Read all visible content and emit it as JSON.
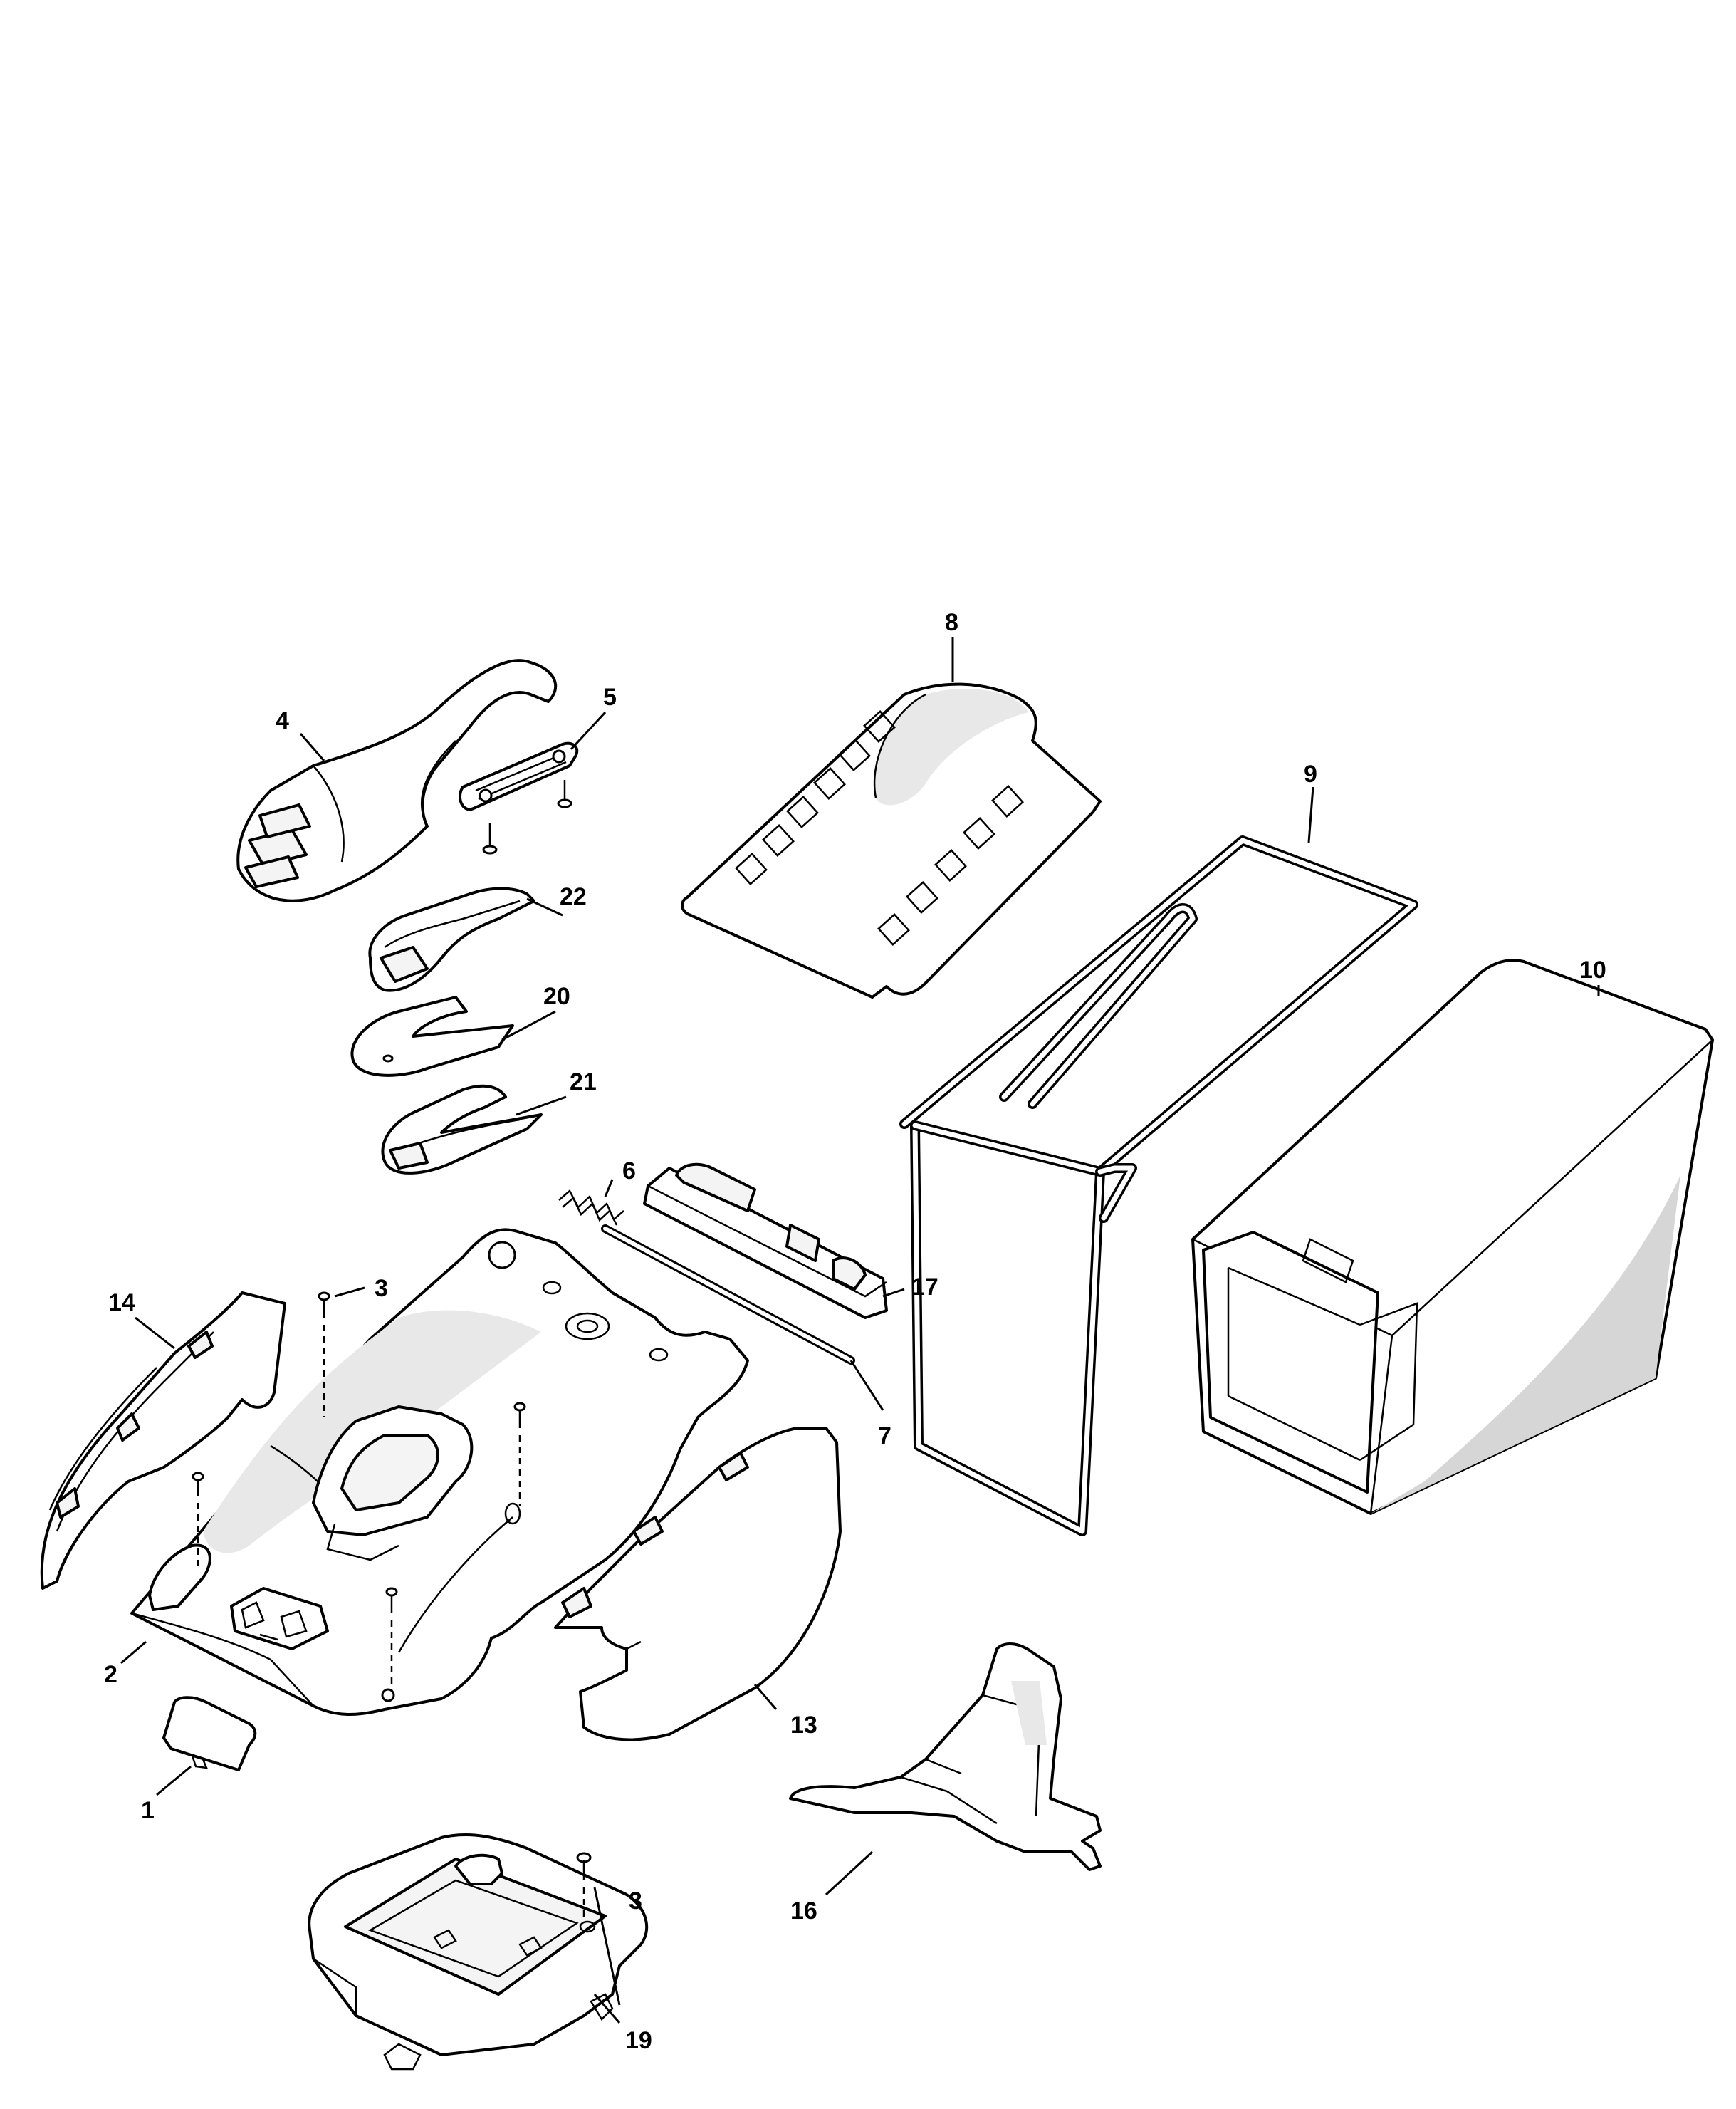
{
  "callouts": [
    {
      "id": "p1",
      "label": "1"
    },
    {
      "id": "p2",
      "label": "2"
    },
    {
      "id": "p3a",
      "label": "3"
    },
    {
      "id": "p3b",
      "label": "3"
    },
    {
      "id": "p4",
      "label": "4"
    },
    {
      "id": "p5",
      "label": "5"
    },
    {
      "id": "p6",
      "label": "6"
    },
    {
      "id": "p7",
      "label": "7"
    },
    {
      "id": "p8",
      "label": "8"
    },
    {
      "id": "p9",
      "label": "9"
    },
    {
      "id": "p10",
      "label": "10"
    },
    {
      "id": "p13",
      "label": "13"
    },
    {
      "id": "p14",
      "label": "14"
    },
    {
      "id": "p16",
      "label": "16"
    },
    {
      "id": "p17",
      "label": "17"
    },
    {
      "id": "p19",
      "label": "19"
    },
    {
      "id": "p20",
      "label": "20"
    },
    {
      "id": "p21",
      "label": "21"
    },
    {
      "id": "p22",
      "label": "22"
    }
  ],
  "colors": {
    "line": "#000000",
    "background": "#ffffff"
  }
}
